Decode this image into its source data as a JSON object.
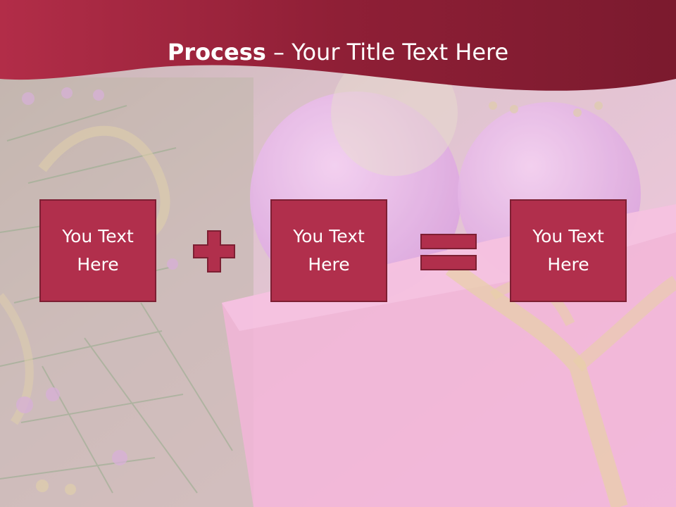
{
  "slide": {
    "title_bold": "Process",
    "title_rest": " – Your Title Text Here"
  },
  "process": {
    "boxes": [
      {
        "text": "You Text Here"
      },
      {
        "text": "You Text Here"
      },
      {
        "text": "You Text Here"
      }
    ],
    "operators": [
      "plus-icon",
      "equals-icon"
    ]
  },
  "colors": {
    "title_band": "#8b2035",
    "box_fill": "#b12f4c",
    "box_border": "#7d1f33",
    "operator": "#b12f4c"
  }
}
